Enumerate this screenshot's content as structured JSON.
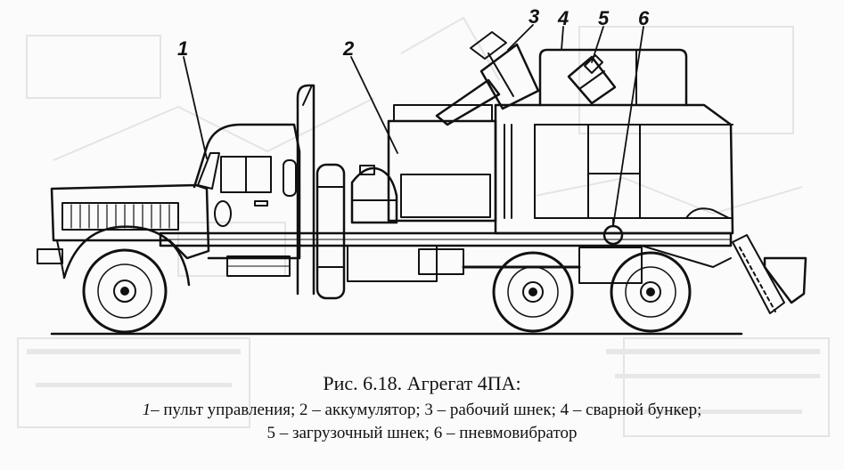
{
  "figure": {
    "title": "Рис. 6.18. Агрегат 4ПА:",
    "legend_line1_number": "1",
    "legend_line1_rest": "– пульт управления; 2 – аккумулятор; 3 – рабочий шнек; 4 – сварной бункер;",
    "legend_line2": "5 – загрузочный шнек; 6 – пневмовибратор"
  },
  "callouts": [
    {
      "id": "1",
      "text": "1"
    },
    {
      "id": "2",
      "text": "2"
    },
    {
      "id": "3",
      "text": "3"
    },
    {
      "id": "4",
      "text": "4"
    },
    {
      "id": "5",
      "text": "5"
    },
    {
      "id": "6",
      "text": "6"
    }
  ]
}
